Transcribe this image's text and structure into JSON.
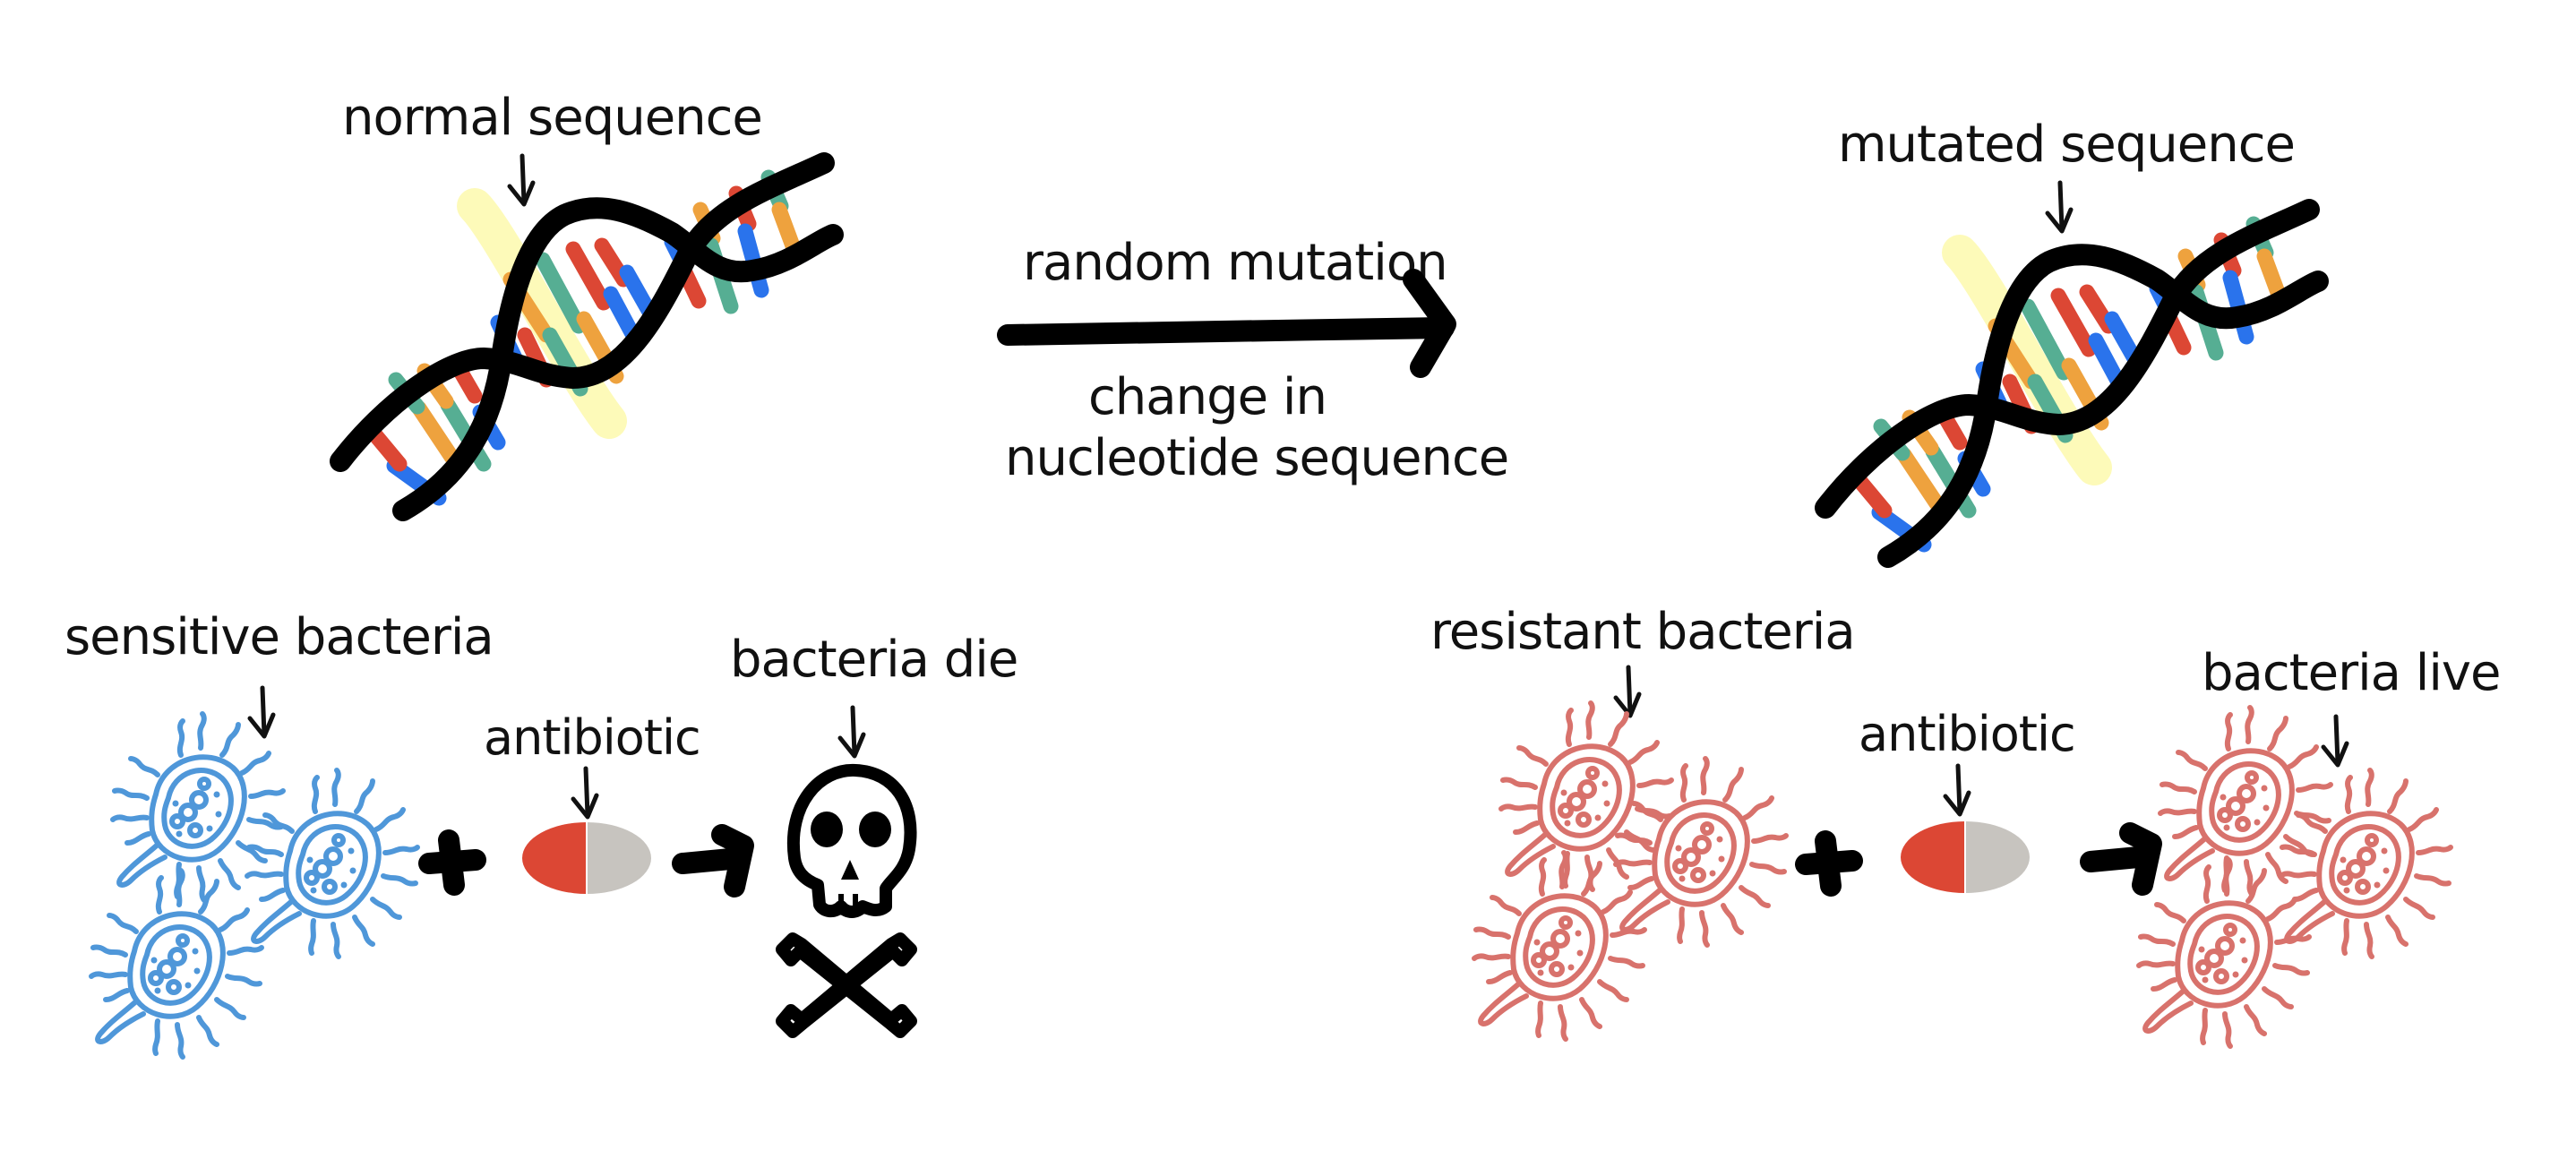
{
  "colors": {
    "background": "#ffffff",
    "ink": "#000000",
    "base_red": "#dc4734",
    "base_orange": "#eea23e",
    "base_green": "#56ae93",
    "base_blue": "#2a73ec",
    "highlight_yellow": "#fdfab9",
    "sensitive_bacteria": "#4f97d9",
    "resistant_bacteria": "#d8726c",
    "pill_red": "#dc4734",
    "pill_grey": "#c7c4bf"
  },
  "top": {
    "normal_dna": {
      "label": "normal sequence",
      "icon": "dna-double-helix-icon"
    },
    "transition": {
      "label_above": "random mutation",
      "label_below_line1": "change in",
      "label_below_line2": "nucleotide sequence",
      "icon": "right-arrow-icon"
    },
    "mutated_dna": {
      "label": "mutated sequence",
      "icon": "dna-double-helix-icon"
    }
  },
  "bottom_left": {
    "bacteria_label": "sensitive bacteria",
    "bacteria_icon": "bacterium-icon",
    "bacteria_count": 3,
    "operator": "+",
    "antibiotic_label": "antibiotic",
    "antibiotic_icon": "pill-capsule-icon",
    "result_arrow_icon": "right-arrow-icon",
    "result_label": "bacteria die",
    "result_icon": "skull-crossbones-icon"
  },
  "bottom_right": {
    "bacteria_label": "resistant bacteria",
    "bacteria_icon": "bacterium-icon",
    "bacteria_count": 3,
    "operator": "+",
    "antibiotic_label": "antibiotic",
    "antibiotic_icon": "pill-capsule-icon",
    "result_arrow_icon": "right-arrow-icon",
    "result_label": "bacteria live",
    "result_icon": "bacterium-icon",
    "result_count": 3
  }
}
